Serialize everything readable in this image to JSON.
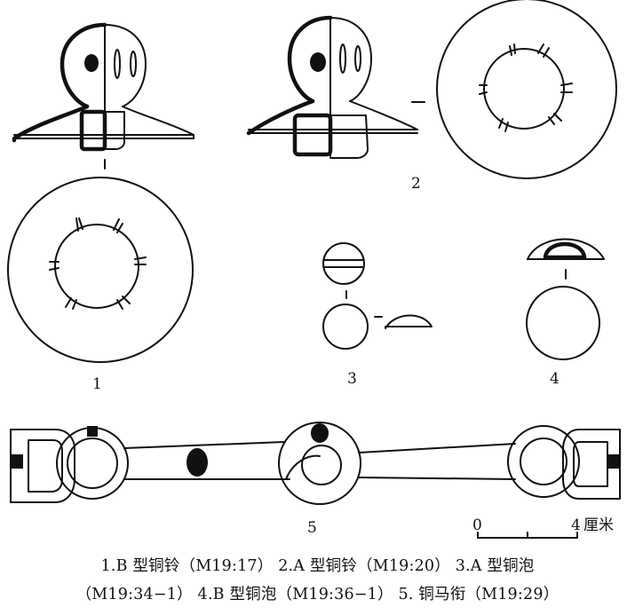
{
  "figure": {
    "labels": {
      "item1": "1",
      "item2": "2",
      "item3": "3",
      "item4": "4",
      "item5": "5"
    },
    "scale_bar": {
      "start": "0",
      "end": "4",
      "unit": "厘米"
    }
  },
  "caption": {
    "line1": "1.B 型铜铃（M19:17） 2.A 型铜铃（M19:20） 3.A 型铜泡",
    "line2": "（M19:34−1） 4.B 型铜泡（M19:36−1） 5. 铜马衔（M19:29）"
  }
}
